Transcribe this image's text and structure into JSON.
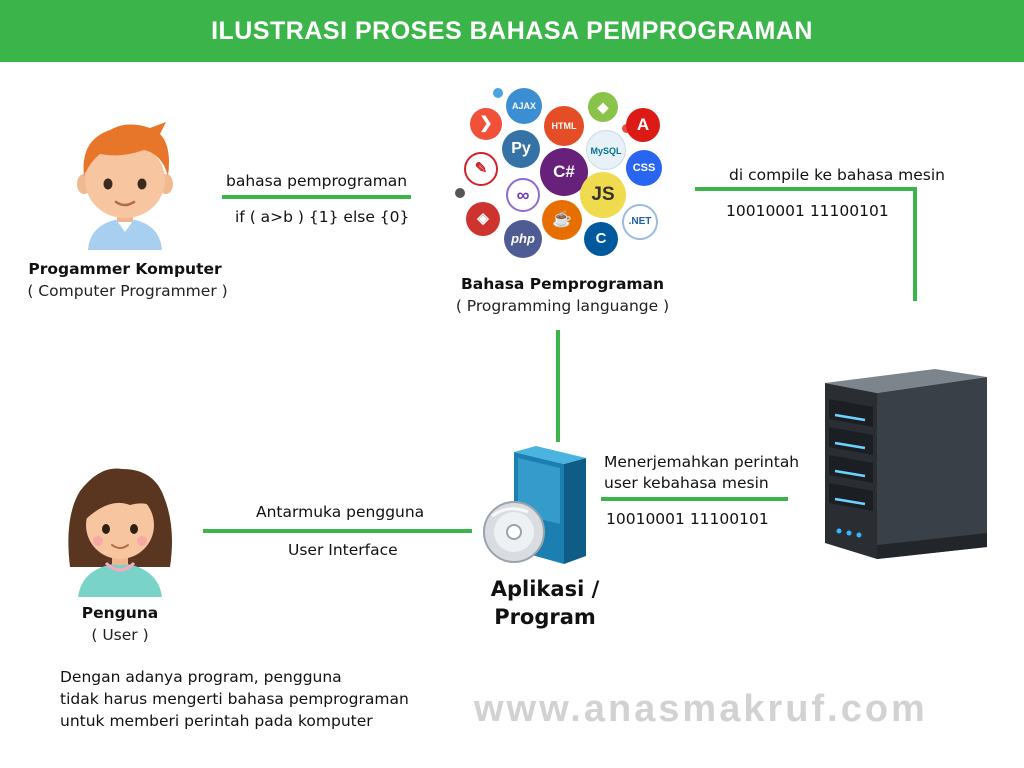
{
  "header": {
    "title": "ILUSTRASI PROSES BAHASA PEMPROGRAMAN"
  },
  "programmer": {
    "title": "Progammer Komputer",
    "subtitle": "( Computer Programmer )"
  },
  "link_prog_lang": {
    "top": "bahasa pemprograman",
    "bottom": "if ( a>b ) {1} else {0}"
  },
  "language": {
    "title": "Bahasa Pemprograman",
    "subtitle": "( Programming languange )",
    "icons": [
      "JS",
      "C#",
      "HTML",
      "CSS",
      "php",
      "C",
      ".NET",
      "AJAX"
    ]
  },
  "link_compile": {
    "top": "di compile ke bahasa mesin",
    "bottom": "10010001 11100101"
  },
  "user": {
    "title": "Penguna",
    "subtitle": "( User )"
  },
  "link_ui": {
    "top": "Antarmuka pengguna",
    "bottom": "User Interface"
  },
  "app": {
    "line1": "Aplikasi /",
    "line2": "Program"
  },
  "link_translate": {
    "line1": "Menerjemahkan perintah",
    "line2": "user kebahasa mesin",
    "bottom": "10010001 11100101"
  },
  "note": {
    "line1": "Dengan adanya program, pengguna",
    "line2": "tidak harus mengerti bahasa pemprograman",
    "line3": "untuk memberi perintah pada komputer"
  },
  "watermark": "www.anasmakruf.com",
  "colors": {
    "accent": "#3bb54a",
    "watermark": "#d2d2d2"
  }
}
